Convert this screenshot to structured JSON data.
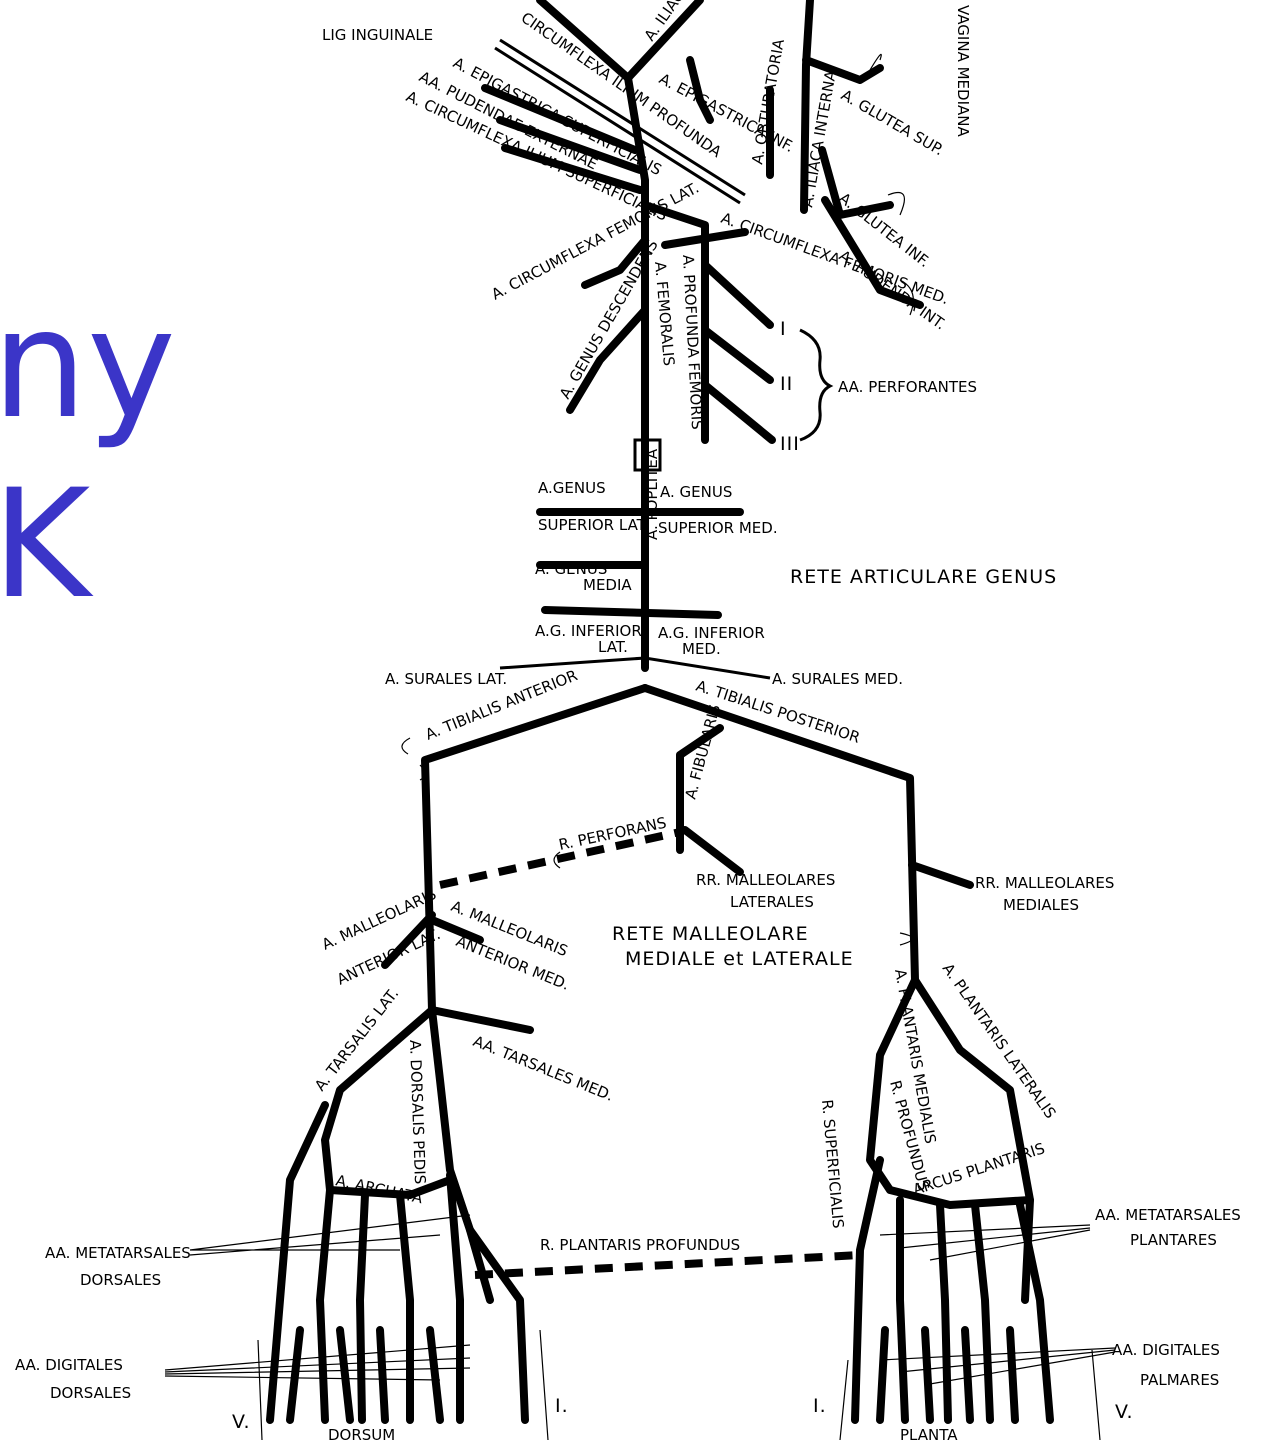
{
  "title": {
    "line1": "ny",
    "line2": "K"
  },
  "colors": {
    "title": "#3b35c8",
    "ink": "#000000"
  },
  "labels": {
    "lig_inguinale": "LIG INGUINALE",
    "circumflexa_ilium_profunda": "CIRCUMFLEXA ILIUM PROFUNDA",
    "a_iliaca": "A. ILIACA",
    "vagina_mediana": "VAGINA MEDIANA",
    "a_epigastrica_superficialis": "A. EPIGASTRICA SUPERFICIALIS",
    "aa_pudendae_externae": "AA. PUDENDAE EXTERNAE",
    "a_circumflexa_ilium_superficialis": "A. CIRCUMFLEXA ILIUM SUPERFICIALIS",
    "a_epigastrica_inf": "A. EPIGASTRICA INF.",
    "a_obturatoria": "A. OBTURATORIA",
    "a_iliaca_interna": "A. ILIACA INTERNA",
    "a_glutea_sup": "A. GLUTEA SUP.",
    "a_glutea_inf": "A. GLUTEA INF.",
    "a_pudenda_int": "A. PUDENDA INT.",
    "a_circumflexa_femoris_med": "A. CIRCUMFLEXA FEMORIS MED.",
    "a_circumflexa_femoris_lat": "A. CIRCUMFLEXA FEMORIS LAT.",
    "a_femoralis": "A. FEMORALIS",
    "a_profunda_femoris": "A. PROFUNDA FEMORIS",
    "a_genus_descendens": "A. GENUS DESCENDENS",
    "perf_1": "I",
    "perf_2": "II",
    "perf_3": "III",
    "aa_perforantes": "AA. PERFORANTES",
    "a_genus_sup_lat_1": "A.GENUS",
    "a_genus_sup_lat_2": "SUPERIOR LAT.",
    "a_genus_sup_med_1": "A. GENUS",
    "a_genus_sup_med_2": "SUPERIOR MED.",
    "a_genus_media_1": "A. GENUS",
    "a_genus_media_2": "MEDIA",
    "a_poplitea": "A. POPLITEA",
    "rete_articulare_genus": "RETE ARTICULARE GENUS",
    "a_g_inferior_lat_1": "A.G. INFERIOR",
    "a_g_inferior_lat_2": "LAT.",
    "a_g_inferior_med_1": "A.G. INFERIOR",
    "a_g_inferior_med_2": "MED.",
    "a_surales_lat": "A. SURALES LAT.",
    "a_surales_med": "A. SURALES MED.",
    "a_tibialis_anterior": "A. TIBIALIS ANTERIOR",
    "a_tibialis_posterior": "A. TIBIALIS POSTERIOR",
    "a_fibularis": "A. FIBULARIS",
    "r_perforans": "R. PERFORANS",
    "rr_malleolares_laterales_1": "RR. MALLEOLARES",
    "rr_malleolares_laterales_2": "LATERALES",
    "rr_malleolares_mediales_1": "RR. MALLEOLARES",
    "rr_malleolares_mediales_2": "MEDIALES",
    "rete_malleolare_1": "RETE MALLEOLARE",
    "rete_malleolare_2": "MEDIALE et LATERALE",
    "a_malleolaris_ant_lat_1": "A. MALLEOLARIS",
    "a_malleolaris_ant_lat_2": "ANTERIOR LAT.",
    "a_malleolaris_ant_med_1": "A. MALLEOLARIS",
    "a_malleolaris_ant_med_2": "ANTERIOR MED.",
    "a_tarsalis_lat": "A. TARSALIS LAT.",
    "a_dorsalis_pedis": "A. DORSALIS PEDIS",
    "aa_tarsales_med": "AA. TARSALES MED.",
    "a_arcuata": "A. ARCUATA",
    "a_plantaris_medialis": "A. PLANTARIS MEDIALIS",
    "a_plantaris_lateralis": "A. PLANTARIS LATERALIS",
    "r_profundus": "R. PROFUNDUS",
    "r_superficialis": "R. SUPERFICIALIS",
    "arcus_plantaris": "ARCUS PLANTARIS",
    "aa_metatarsales_dorsales_1": "AA. METATARSALES",
    "aa_metatarsales_dorsales_2": "DORSALES",
    "r_plantaris_profundus": "R. PLANTARIS PROFUNDUS",
    "aa_metatarsales_plantares_1": "AA. METATARSALES",
    "aa_metatarsales_plantares_2": "PLANTARES",
    "aa_digitales_dorsales_1": "AA. DIGITALES",
    "aa_digitales_dorsales_2": "DORSALES",
    "aa_digitales_palmares_1": "AA. DIGITALES",
    "aa_digitales_palmares_2": "PALMARES",
    "toe_v_left": "V.",
    "toe_i_left": "I.",
    "toe_i_right": "I.",
    "toe_v_right": "V.",
    "dorsum": "DORSUM",
    "planta": "PLANTA"
  }
}
